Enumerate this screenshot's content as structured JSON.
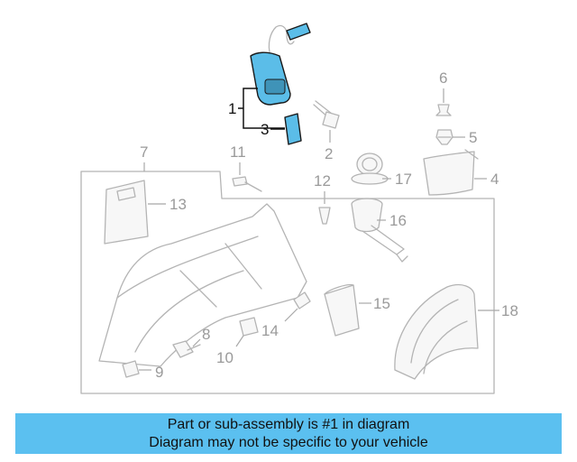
{
  "callouts": {
    "c1": "1",
    "c2": "2",
    "c3": "3",
    "c4": "4",
    "c5": "5",
    "c6": "6",
    "c7": "7",
    "c8": "8",
    "c9": "9",
    "c10": "10",
    "c11": "11",
    "c12": "12",
    "c13": "13",
    "c14": "14",
    "c15": "15",
    "c16": "16",
    "c17": "17",
    "c18": "18"
  },
  "banner": {
    "line1": "Part or sub-assembly is #1 in diagram",
    "line2": "Diagram may not be specific to your vehicle"
  },
  "colors": {
    "highlight": "#5bbde8",
    "banner": "#5bc0f0"
  }
}
